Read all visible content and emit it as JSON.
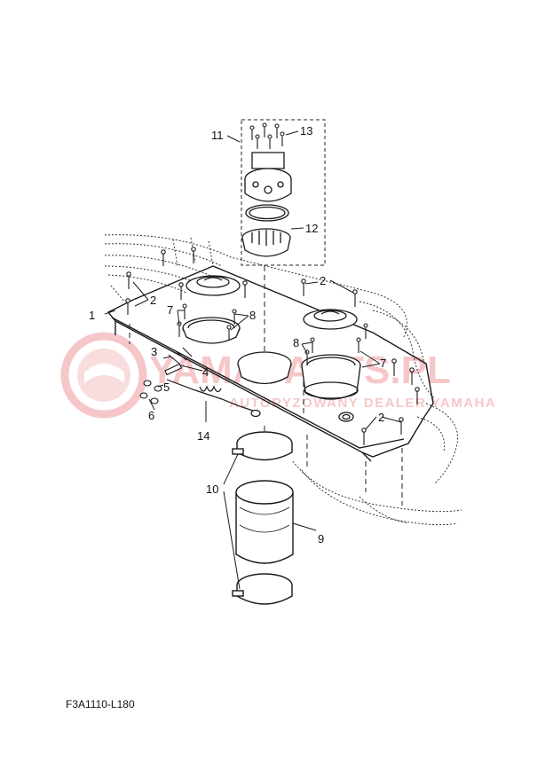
{
  "watermark": {
    "main": "YAMAPARTS.PL",
    "sub": "AUTORYZOWANY DEALER YAMAHA",
    "color": "#e0393e"
  },
  "callouts": {
    "c1": "1",
    "c2a": "2",
    "c2b": "2",
    "c2c": "2",
    "c3": "3",
    "c4": "4",
    "c5": "5",
    "c6": "6",
    "c7a": "7",
    "c7b": "7",
    "c8a": "8",
    "c8b": "8",
    "c9": "9",
    "c10": "10",
    "c11": "11",
    "c12": "12",
    "c13": "13",
    "c14": "14"
  },
  "figure_code": "F3A1110-L180",
  "colors": {
    "line": "#1a1a1a",
    "background": "#ffffff"
  }
}
